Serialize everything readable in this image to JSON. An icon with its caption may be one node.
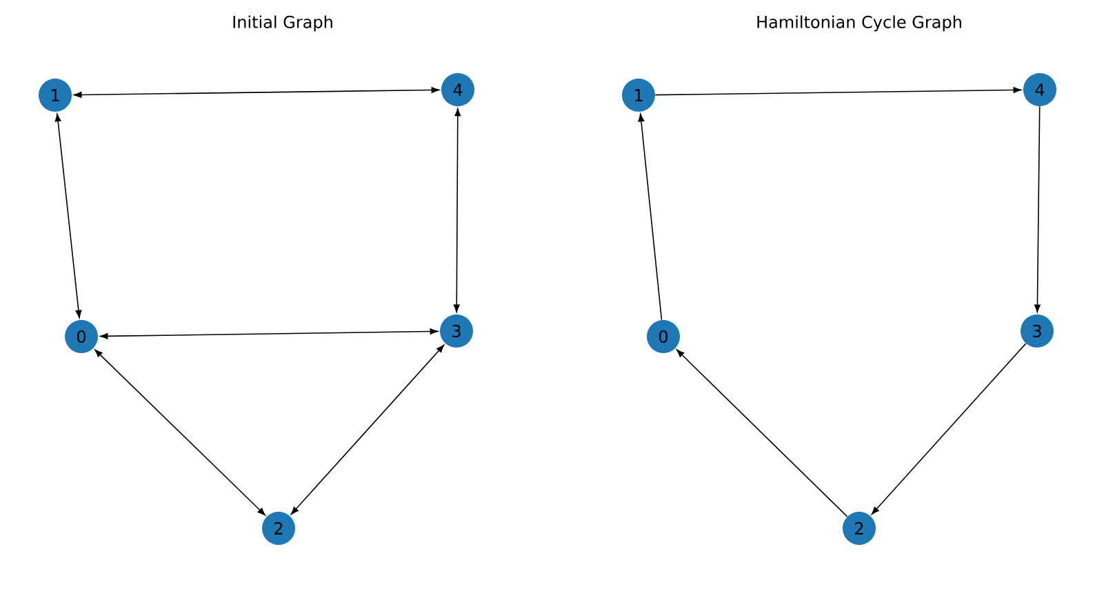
{
  "diagram": {
    "nodes": [
      {
        "text": [
          "0"
        ]
      },
      {
        "text": [
          "1"
        ]
      },
      {
        "text": [
          "2"
        ]
      },
      {
        "text": [
          "3"
        ]
      },
      {
        "text": [
          "4"
        ]
      },
      {
        "text": [
          "0"
        ]
      },
      {
        "text": [
          "1"
        ]
      },
      {
        "text": [
          "2"
        ]
      },
      {
        "text": [
          "3"
        ]
      },
      {
        "text": [
          "4"
        ]
      }
    ],
    "edges": [
      {
        "from": 1,
        "to": 4,
        "arrow": "both"
      },
      {
        "from": 1,
        "to": 0,
        "arrow": "both"
      },
      {
        "from": 0,
        "to": 3,
        "arrow": "both"
      },
      {
        "from": 4,
        "to": 3,
        "arrow": "both"
      },
      {
        "from": 0,
        "to": 2,
        "arrow": "both"
      },
      {
        "from": 3,
        "to": 2,
        "arrow": "both"
      },
      {
        "from": 5,
        "to": 6,
        "arrow": "to"
      },
      {
        "from": 6,
        "to": 9,
        "arrow": "to"
      },
      {
        "from": 9,
        "to": 8,
        "arrow": "to"
      },
      {
        "from": 8,
        "to": 7,
        "arrow": "to"
      },
      {
        "from": 7,
        "to": 5,
        "arrow": "to"
      }
    ],
    "labels": [
      "Initial Graph",
      "Hamiltonian Cycle Graph"
    ]
  }
}
